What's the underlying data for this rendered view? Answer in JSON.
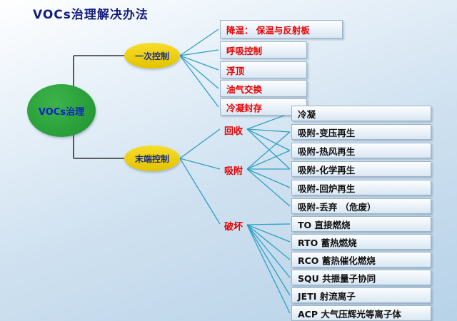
{
  "title": "VOCs治理解决办法",
  "root": {
    "label": "VOCs治理"
  },
  "primary": {
    "label": "一次控制",
    "items": [
      {
        "label": "降温：  保温与反射板"
      },
      {
        "label": "呼吸控制"
      },
      {
        "label": "浮顶"
      },
      {
        "label": "油气交换"
      },
      {
        "label": "冷凝封存"
      }
    ]
  },
  "terminal": {
    "label": "末端控制",
    "categories": [
      {
        "label": "回收"
      },
      {
        "label": "吸附"
      },
      {
        "label": "破坏"
      }
    ]
  },
  "leaves": [
    {
      "label": "冷凝"
    },
    {
      "label": "吸附-变压再生"
    },
    {
      "label": "吸附-热风再生"
    },
    {
      "label": "吸附-化学再生"
    },
    {
      "label": "吸附-回炉再生"
    },
    {
      "label": "吸附-丢弃 （危废）"
    },
    {
      "label": "TO 直接燃烧"
    },
    {
      "label": "RTO 蓄热燃烧"
    },
    {
      "label": "RCO 蓄热催化燃烧"
    },
    {
      "label": "SQU 共振量子协同"
    },
    {
      "label": "JETI 射流离子"
    },
    {
      "label": "ACP 大气压辉光等离子体"
    }
  ],
  "colors": {
    "accent_green": "#2aa437",
    "accent_yellow": "#eecd00",
    "text_red": "#e60000",
    "text_navy": "#141c7c",
    "line_teal": "#2f9fc4",
    "line_dark": "#333333"
  }
}
